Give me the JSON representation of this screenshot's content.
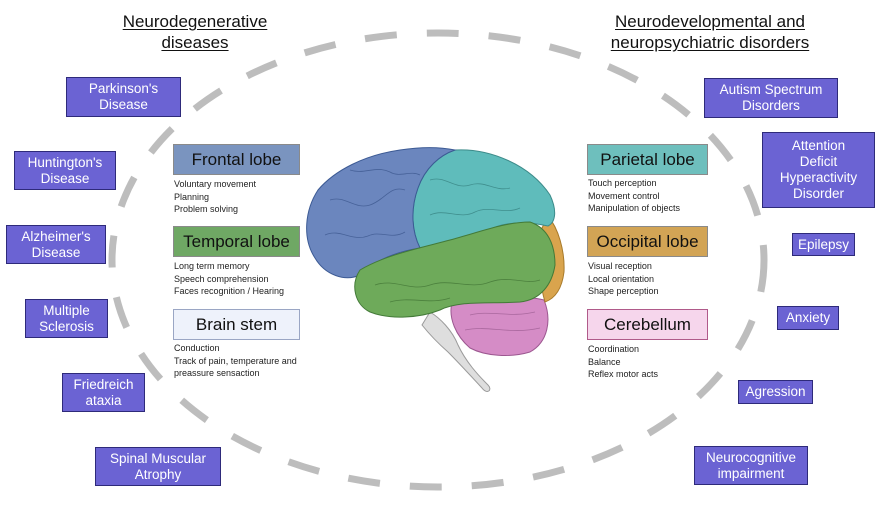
{
  "headings": {
    "left": [
      "Neurodegenerative",
      "diseases"
    ],
    "right": [
      "Neurodevelopmental and",
      "neuropsychiatric disorders"
    ]
  },
  "left_diseases": [
    {
      "lines": [
        "Parkinson's",
        "Disease"
      ]
    },
    {
      "lines": [
        "Huntington's",
        "Disease"
      ]
    },
    {
      "lines": [
        "Alzheimer's",
        "Disease"
      ]
    },
    {
      "lines": [
        "Multiple",
        "Sclerosis"
      ]
    },
    {
      "lines": [
        "Friedreich",
        "ataxia"
      ]
    },
    {
      "lines": [
        "Spinal Muscular",
        "Atrophy"
      ]
    }
  ],
  "right_disorders": [
    {
      "lines": [
        "Autism Spectrum",
        "Disorders"
      ]
    },
    {
      "lines": [
        "Attention",
        "Deficit",
        "Hyperactivity",
        "Disorder"
      ]
    },
    {
      "lines": [
        "Epilepsy"
      ]
    },
    {
      "lines": [
        "Anxiety"
      ]
    },
    {
      "lines": [
        "Agression"
      ]
    },
    {
      "lines": [
        "Neurocognitive",
        "impairment"
      ]
    }
  ],
  "lobes": {
    "frontal": {
      "label": "Frontal lobe",
      "color": "#7a94bf",
      "functions": [
        "Voluntary movement",
        "Planning",
        "Problem solving"
      ]
    },
    "temporal": {
      "label": "Temporal lobe",
      "color": "#6fa864",
      "functions": [
        "Long term memory",
        "Speech comprehension",
        "Faces recognition / Hearing"
      ]
    },
    "brainstem": {
      "label": "Brain stem",
      "color": "#eef2fb",
      "functions": [
        "Conduction",
        "Track of pain, temperature and",
        "preassure sensaction"
      ]
    },
    "parietal": {
      "label": "Parietal lobe",
      "color": "#6ebfbd",
      "functions": [
        "Touch perception",
        "Movement control",
        "Manipulation of objects"
      ]
    },
    "occipital": {
      "label": "Occipital lobe",
      "color": "#d2a455",
      "functions": [
        "Visual reception",
        "Local orientation",
        "Shape perception"
      ]
    },
    "cerebellum": {
      "label": "Cerebellum",
      "color": "#f6d6ec",
      "functions": [
        "Coordination",
        "Balance",
        "Reflex motor acts"
      ]
    }
  },
  "colors": {
    "disease_box": "#6b63d3",
    "disease_border": "#2e2a7a",
    "dashed_ring": "#bdbdbd",
    "brain_frontal": "#6b86be",
    "brain_parietal": "#5fbcbb",
    "brain_temporal": "#6eaa5a",
    "brain_occipital": "#d9a44d",
    "brain_cerebellum": "#d58cc6",
    "brain_stem": "#dcdcdc"
  }
}
